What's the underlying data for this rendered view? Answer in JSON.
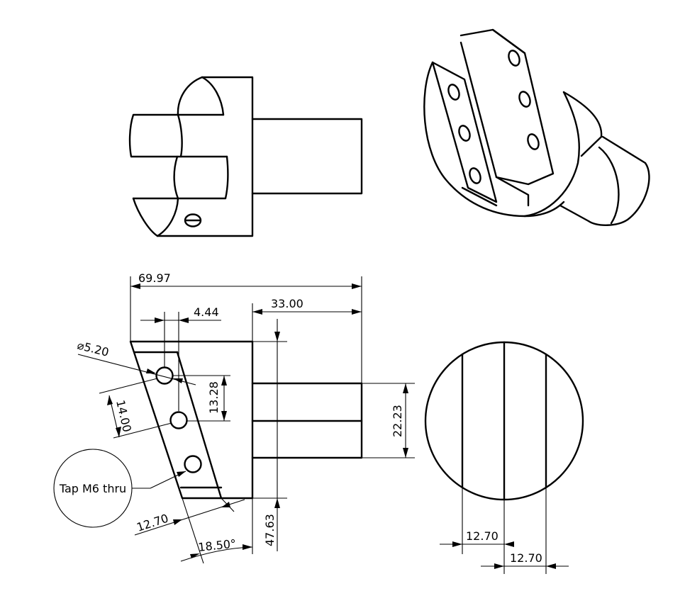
{
  "colors": {
    "line": "#000000",
    "background": "#ffffff"
  },
  "dimensions": {
    "overall_length": "69.97",
    "shank_length": "33.00",
    "hole_offset": "4.44",
    "hole_diameter": "⌀5.20",
    "hole_pitch_vertical": "13.28",
    "hole_pitch_slanted": "14.00",
    "shank_height": "22.23",
    "slot_width": "12.70",
    "tilt_angle": "18.50°",
    "body_height": "47.63",
    "end_slot_1": "12.70",
    "end_slot_2": "12.70"
  },
  "callout": {
    "label": "Tap M6 thru"
  }
}
